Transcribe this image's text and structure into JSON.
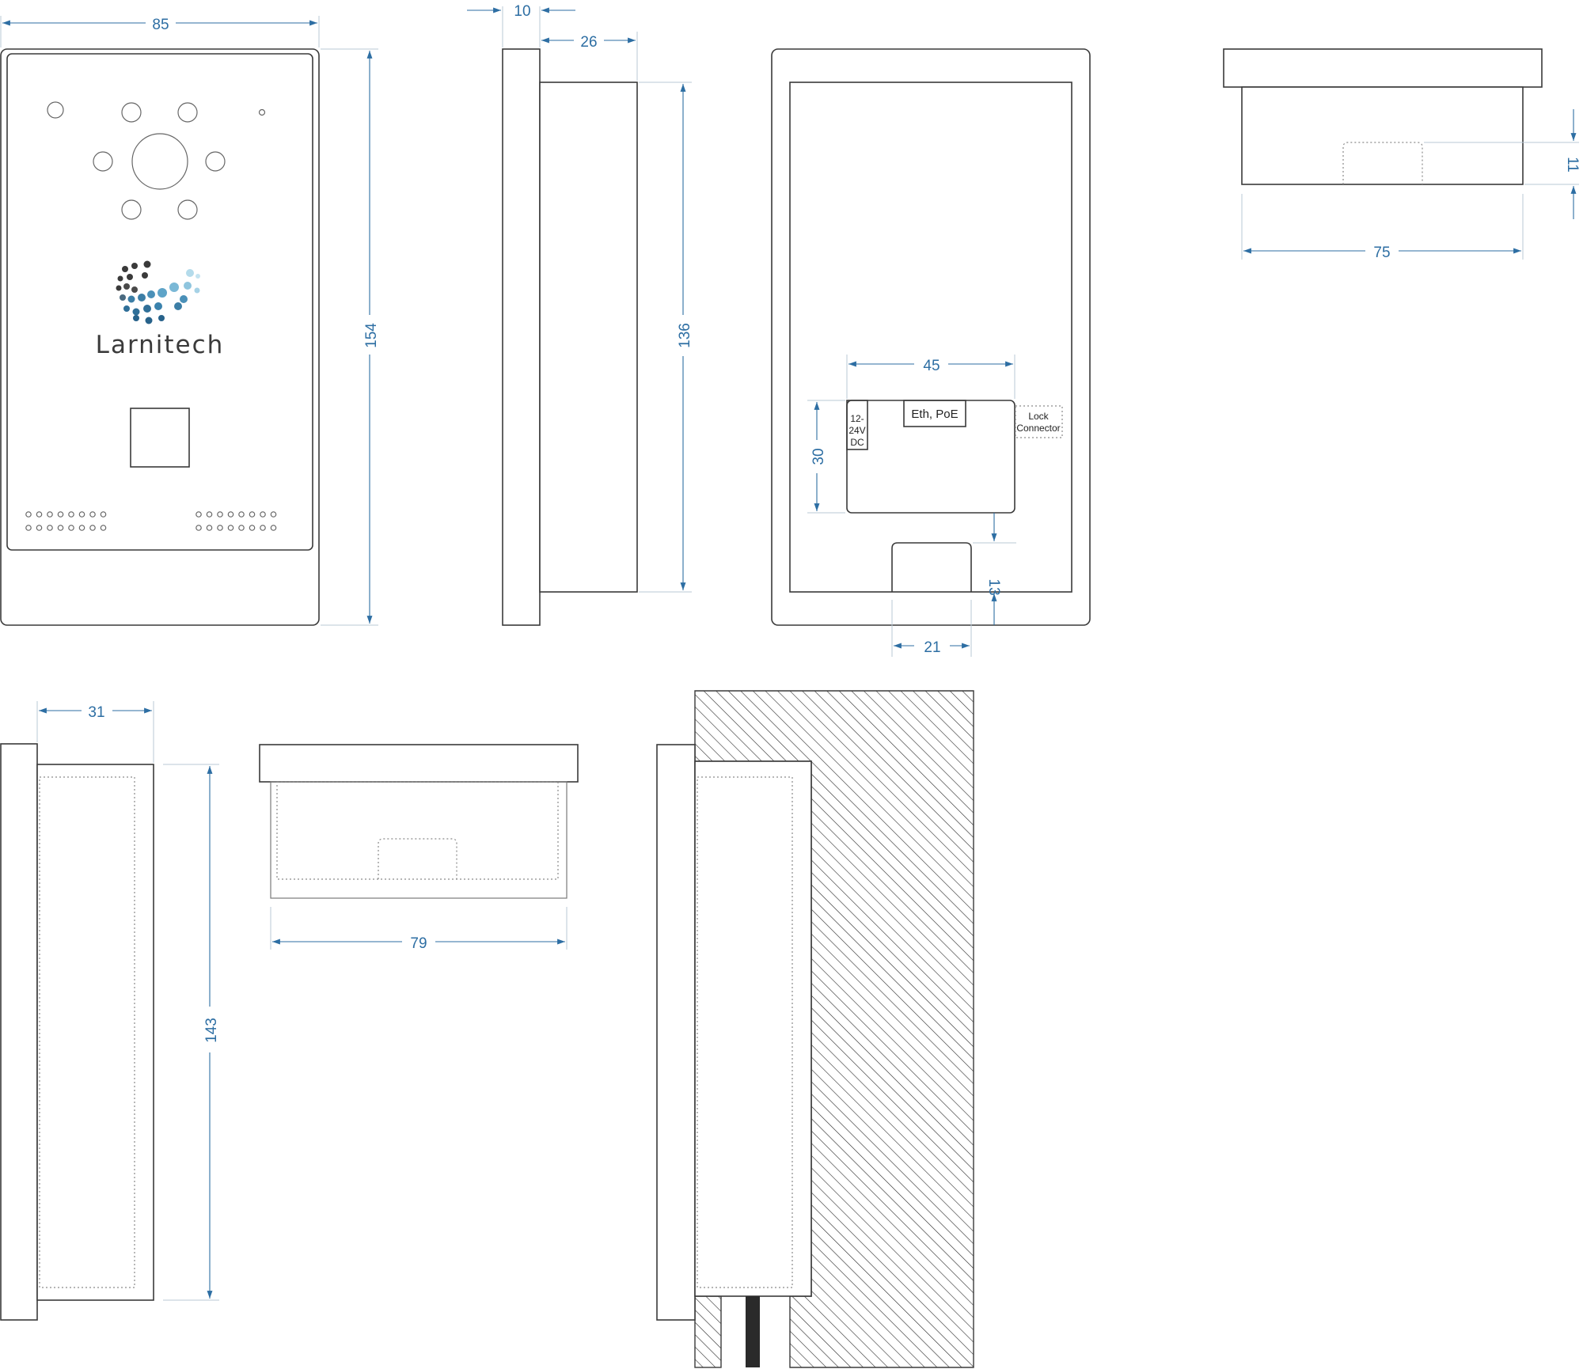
{
  "colors": {
    "dimension": "#2d6ea3",
    "outline": "#3a3a3a",
    "hatch": "#2a2a2a",
    "extension": "#b9c9d6"
  },
  "front_view": {
    "brand_name": "Larnitech",
    "width_label": "85",
    "height_label": "154"
  },
  "side_view": {
    "plate_thickness_label": "10",
    "body_depth_label": "26",
    "body_height_label": "136"
  },
  "back_view": {
    "terminal_width_label": "45",
    "terminal_height_label": "30",
    "power_label": "12-24V DC",
    "power_lines": [
      "12-",
      "24V",
      "DC"
    ],
    "ethernet_label": "Eth, PoE",
    "lock_label_lines": [
      "Lock",
      "Connector"
    ],
    "bottom_gap_label": "13",
    "slot_width_label": "21"
  },
  "top_view": {
    "width_label": "75",
    "depth_label": "11"
  },
  "mounting_box_side": {
    "depth_label": "31",
    "height_label": "143"
  },
  "mounting_box_top": {
    "width_label": "79"
  }
}
